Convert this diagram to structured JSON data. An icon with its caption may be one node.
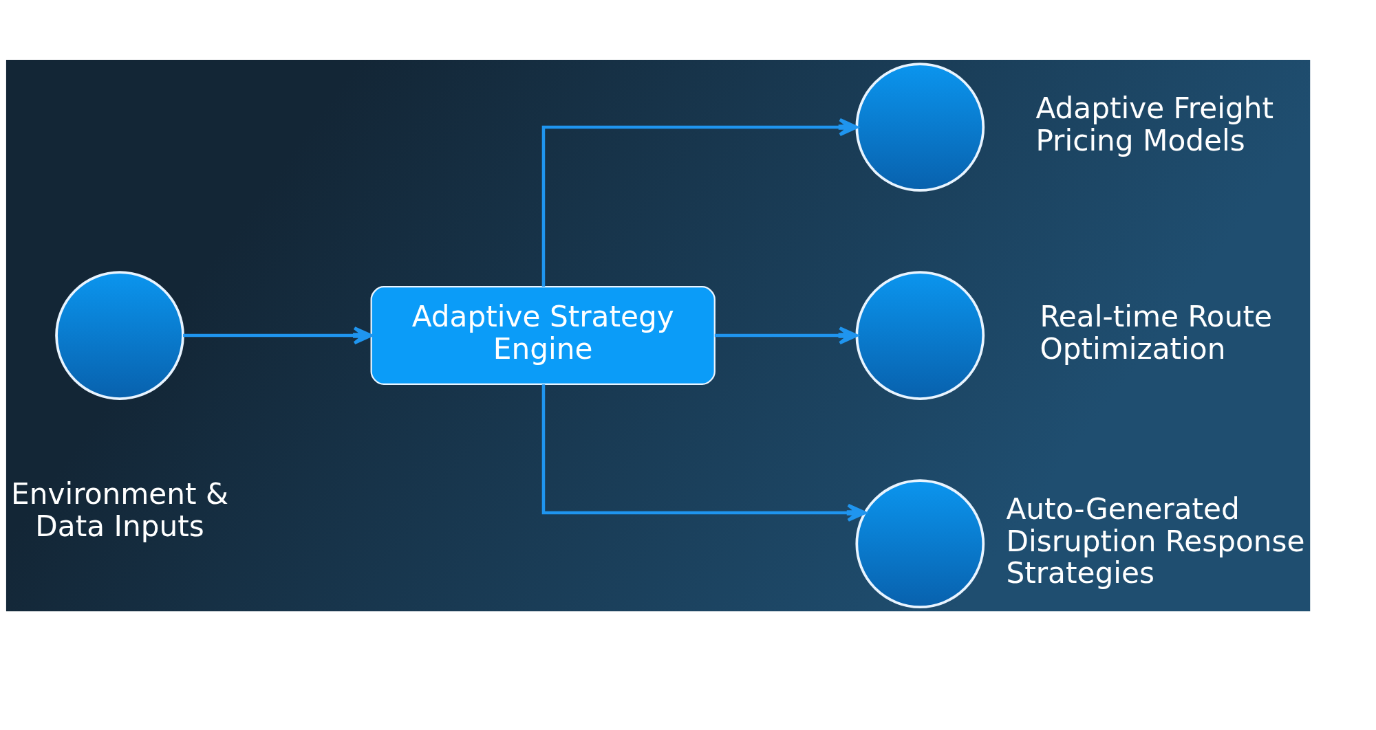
{
  "diagram": {
    "nodes": [
      {
        "text": [],
        "shape": "circle",
        "beside": [
          "Environment & Data Inputs"
        ]
      },
      {
        "text": [
          "Adaptive Strategy Engine"
        ]
      },
      {
        "text": [],
        "shape": "circle",
        "beside": [
          "Adaptive Freight Pricing Models"
        ]
      },
      {
        "text": [],
        "shape": "circle",
        "beside": [
          "Real-time Route Optimization"
        ]
      },
      {
        "text": [],
        "shape": "circle",
        "beside": [
          "Auto-Generated Disruption Response Strategies"
        ]
      }
    ],
    "edges": [
      {
        "from": 0,
        "to": 1,
        "arrow": "to"
      },
      {
        "from": 1,
        "to": 2,
        "arrow": "to"
      },
      {
        "from": 1,
        "to": 3,
        "arrow": "to"
      },
      {
        "from": 1,
        "to": 4,
        "arrow": "to"
      }
    ]
  }
}
